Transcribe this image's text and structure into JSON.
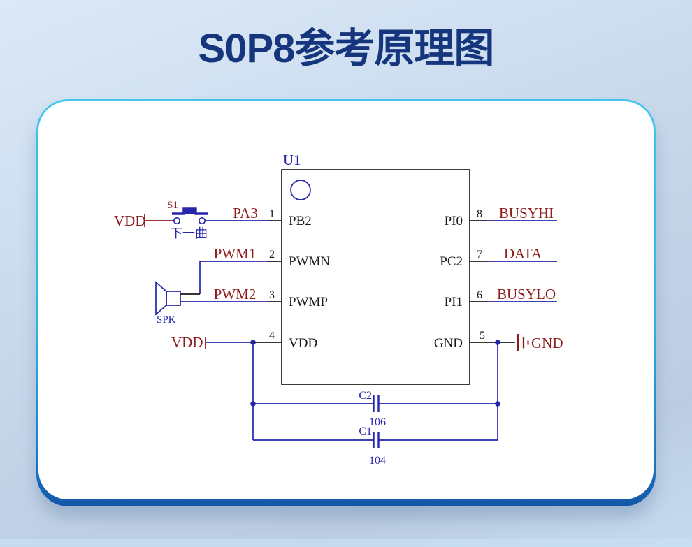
{
  "title": "S0P8参考原理图",
  "colors": {
    "title_blue": "#15357d",
    "wire_blue": "#2626ac",
    "net_label_red": "#8e1c1c",
    "chip_outline_black": "#1a1a1a",
    "card_border_cyan": "#41c4ee",
    "card_border_deep_blue": "#1257a8"
  },
  "chip": {
    "ref": "U1",
    "left_pins": [
      {
        "number": "1",
        "name": "PB2",
        "net": "PA3"
      },
      {
        "number": "2",
        "name": "PWMN",
        "net": "PWM1"
      },
      {
        "number": "3",
        "name": "PWMP",
        "net": "PWM2"
      },
      {
        "number": "4",
        "name": "VDD",
        "net": "VDD"
      }
    ],
    "right_pins": [
      {
        "number": "8",
        "name": "PI0",
        "net": "BUSYHI"
      },
      {
        "number": "7",
        "name": "PC2",
        "net": "DATA"
      },
      {
        "number": "6",
        "name": "PI1",
        "net": "BUSYLO"
      },
      {
        "number": "5",
        "name": "GND",
        "net": "GND"
      }
    ]
  },
  "button": {
    "ref": "S1",
    "caption": "下一曲",
    "source_net": "VDD"
  },
  "speaker": {
    "label": "SPK"
  },
  "capacitors": [
    {
      "ref": "C2",
      "value": "106"
    },
    {
      "ref": "C1",
      "value": "104"
    }
  ]
}
